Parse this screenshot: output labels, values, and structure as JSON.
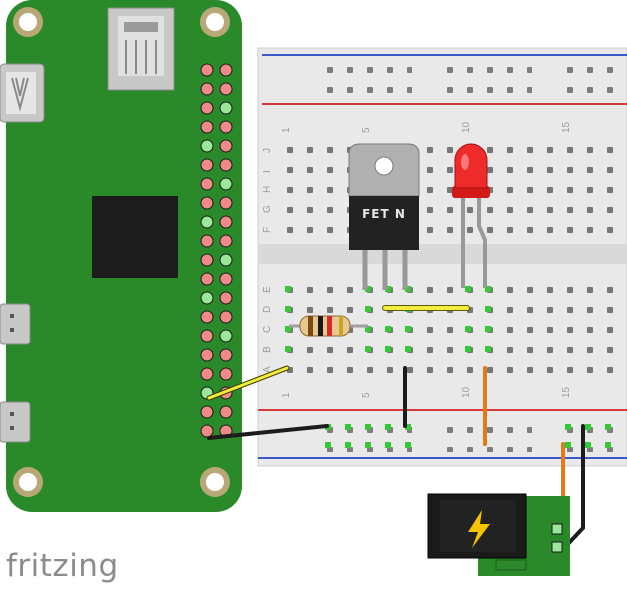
{
  "fet_label": "FET N",
  "logo": "fritzing",
  "breadboard": {
    "col_numbers": [
      "1",
      "5",
      "10",
      "15"
    ],
    "row_letters_top": [
      "J",
      "I",
      "H",
      "G",
      "F"
    ],
    "row_letters_bottom": [
      "E",
      "D",
      "C",
      "B",
      "A"
    ]
  },
  "colors": {
    "pcb": "#2a8a2a",
    "breadboard": "#eaeaea",
    "red_rail": "#d43a3a",
    "blue_rail": "#3a58c8",
    "wire_yellow": "#f2ec3a",
    "wire_black": "#1c1c1c",
    "wire_orange": "#e07a1a",
    "led": "#ee2a2a",
    "mosfet_tab": "#b0b0b0",
    "mosfet_body": "#222222",
    "power_jack_board": "#2a8a2a"
  }
}
